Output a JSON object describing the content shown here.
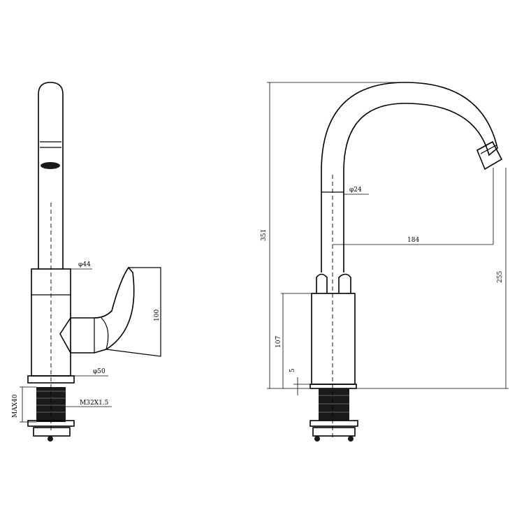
{
  "side_view": {
    "dia_spout": "φ44",
    "height": "100",
    "dia_base": "φ50",
    "max_deck": "MAX40",
    "thread": "M32X1.5"
  },
  "front_view": {
    "total_height": "351",
    "dia_tube": "φ24",
    "reach": "184",
    "outlet_height": "255",
    "body_height": "107",
    "base_height": "5"
  }
}
